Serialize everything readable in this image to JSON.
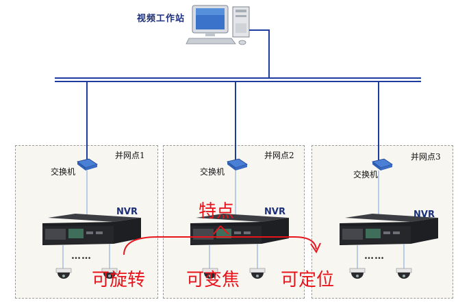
{
  "workstation": {
    "label": "视频工作站"
  },
  "zones": [
    {
      "label": "并网点1",
      "switch_label": "交换机",
      "nvr_label": "NVR",
      "dots": "……"
    },
    {
      "label": "并网点2",
      "switch_label": "交换机",
      "nvr_label": "NVR",
      "dots": ""
    },
    {
      "label": "并网点3",
      "switch_label": "交换机",
      "nvr_label": "NVR",
      "dots": "……"
    }
  ],
  "features": {
    "title": "特点",
    "items": [
      "可旋转",
      "可变焦",
      "可定位"
    ]
  },
  "colors": {
    "network_line": "#1d3a9e",
    "feature_red": "#e8141c",
    "zone_border": "#9a9a9a"
  },
  "icons": [
    "computer-icon",
    "switch-icon",
    "nvr-icon",
    "dome-camera-icon"
  ]
}
